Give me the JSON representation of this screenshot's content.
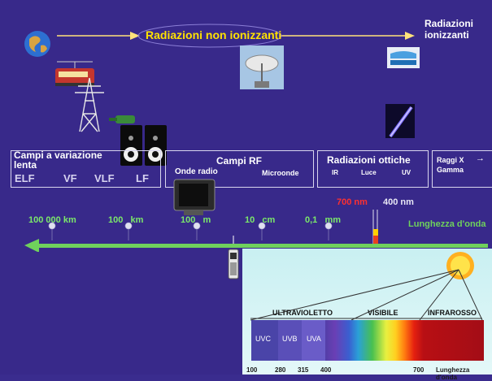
{
  "header": {
    "non_ionizing": "Radiazioni non ionizzanti",
    "ionizing_line1": "Radiazioni",
    "ionizing_line2": "ionizzanti"
  },
  "bands": {
    "slow_fields_line1": "Campi a variazione",
    "slow_fields_line2": "lenta",
    "slow_fields_items": [
      "ELF",
      "VF",
      "VLF",
      "LF"
    ],
    "rf_title": "Campi RF",
    "rf_items": [
      "Onde radio",
      "Microonde"
    ],
    "optical_title": "Radiazioni ottiche",
    "optical_items": [
      "IR",
      "Luce",
      "UV"
    ],
    "xray_line1": "Raggi X",
    "xray_line2": "Gamma"
  },
  "wavelength_axis": {
    "label": "Lunghezza d'onda",
    "red_marker": "700 nm",
    "white_marker": "400 nm",
    "ticks": [
      {
        "value": "100 000",
        "unit": "km"
      },
      {
        "value": "100",
        "unit": "km"
      },
      {
        "value": "100",
        "unit": "m"
      },
      {
        "value": "10",
        "unit": "cm"
      },
      {
        "value": "0,1",
        "unit": "mm"
      }
    ]
  },
  "spectrum": {
    "region_labels": [
      "ULTRAVIOLETTO",
      "VISIBILE",
      "INFRAROSSO"
    ],
    "uv_segments": [
      "UVC",
      "UVB",
      "UVA"
    ],
    "tick_values": [
      "100",
      "280",
      "315",
      "400",
      "700"
    ],
    "axis_label": "Lunghezza d'onda"
  },
  "icons": [
    "globe-icon",
    "train-icon",
    "power-pylon-icon",
    "speakers-icon",
    "tv-icon",
    "satellite-dish-icon",
    "tanning-bed-icon",
    "uv-lamp-icon",
    "phone-icon",
    "sun-icon"
  ],
  "colors": {
    "background": "#38298a",
    "title_yellow": "#ffe200",
    "axis_green": "#6fd15c",
    "marker_red": "#ff3030"
  }
}
